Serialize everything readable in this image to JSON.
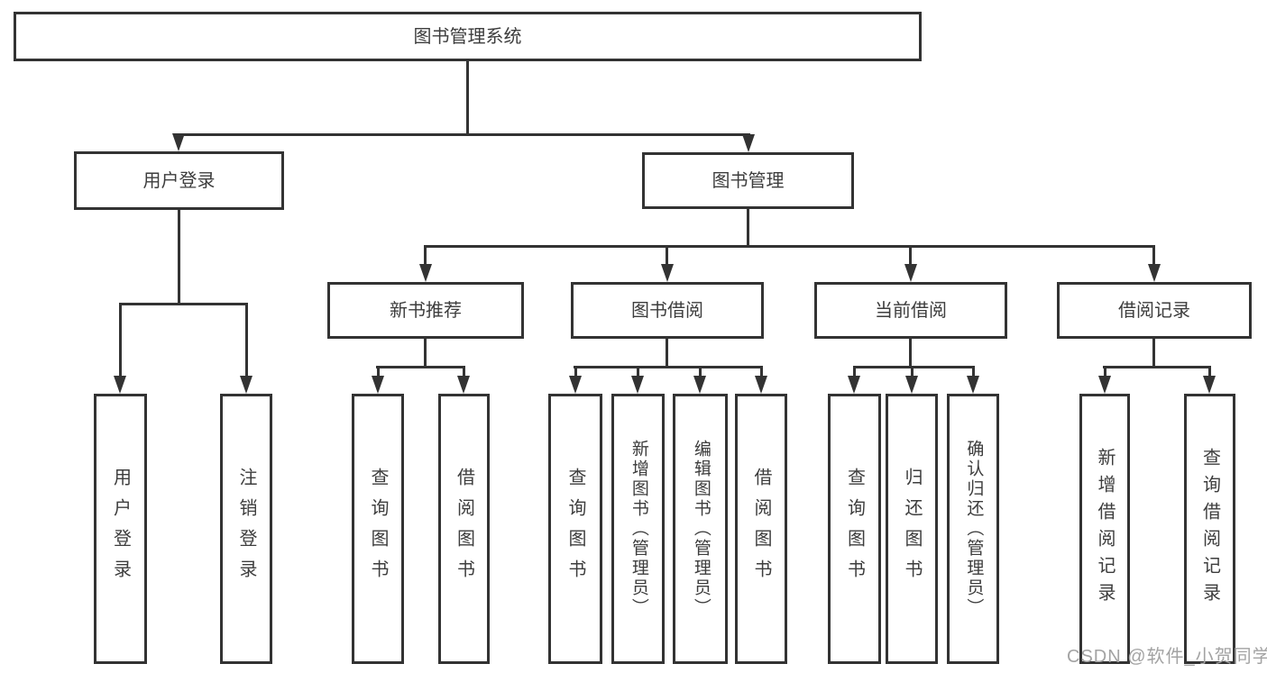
{
  "diagram_title": "图书管理系统",
  "watermark": "CSDN @软件_小贺同学",
  "colors": {
    "line": "#333333",
    "box_border": "#333333",
    "text": "#3d3d3d",
    "background": "#ffffff",
    "watermark": "#a3a3a3"
  },
  "tree": {
    "root": {
      "label": "图书管理系统",
      "children": [
        {
          "label": "用户登录",
          "children": [
            {
              "label": "用户登录"
            },
            {
              "label": "注销登录"
            }
          ]
        },
        {
          "label": "图书管理",
          "children": [
            {
              "label": "新书推荐",
              "children": [
                {
                  "label": "查询图书"
                },
                {
                  "label": "借阅图书"
                }
              ]
            },
            {
              "label": "图书借阅",
              "children": [
                {
                  "label": "查询图书"
                },
                {
                  "label": "新增图书（管理员）"
                },
                {
                  "label": "编辑图书（管理员）"
                },
                {
                  "label": "借阅图书"
                }
              ]
            },
            {
              "label": "当前借阅",
              "children": [
                {
                  "label": "查询图书"
                },
                {
                  "label": "归还图书"
                },
                {
                  "label": "确认归还（管理员）"
                }
              ]
            },
            {
              "label": "借阅记录",
              "children": [
                {
                  "label": "新增借阅记录"
                },
                {
                  "label": "查询借阅记录"
                }
              ]
            }
          ]
        }
      ]
    }
  }
}
